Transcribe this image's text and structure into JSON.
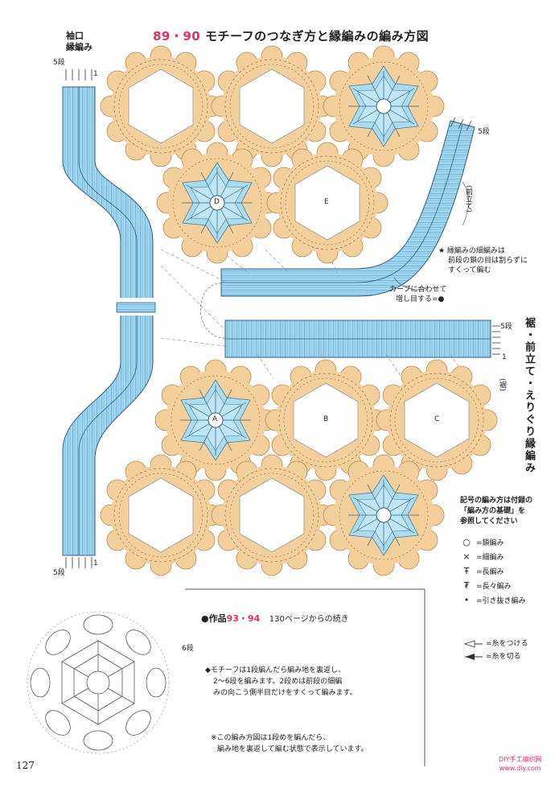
{
  "title": {
    "nums": "89・90",
    "text": "モチーフのつなぎ方と縁編みの編み方図"
  },
  "sleeve_label": {
    "line1": "袖口",
    "line2": "縁編み"
  },
  "row_marks": {
    "top_left": "5段",
    "top_left_1": "1",
    "bottom_left": "5段",
    "bottom_left_1": "1",
    "top_right": "5段",
    "right_mid": "5段",
    "right_mid_1": "1"
  },
  "front_small": "(前立て)",
  "hem_small": "(裾)",
  "vertical_label": "裾・前立て・えりぐり縁編み",
  "note_star": {
    "line1": "★ 縁編みの細編みは",
    "line2": "前段の鎖の目は割らずに",
    "line3": "すくって編む"
  },
  "note_curve": {
    "line1": "カーブに合わせて",
    "line2": "増し目する=●"
  },
  "motif_labels": {
    "a": "A",
    "b": "B",
    "c": "C",
    "d": "D",
    "e": "E"
  },
  "legend": {
    "intro1": "記号の編み方は付録の",
    "intro2": "「編み方の基礎」を",
    "intro3": "参照してください",
    "items": [
      {
        "sym": "○",
        "label": "=鎖編み"
      },
      {
        "sym": "×",
        "label": "=細編み"
      },
      {
        "sym": "Ŧ",
        "label": "=長編み"
      },
      {
        "sym": "₮",
        "label": "=長々編み"
      },
      {
        "sym": "•",
        "label": "=引き抜き編み"
      }
    ],
    "thread_on": "=糸をつける",
    "thread_cut": "=糸を切る"
  },
  "work_title": {
    "bullet": "●作品",
    "nums": "93・94",
    "rest": "130ページからの続き"
  },
  "motif_note": {
    "line1": "◆モチーフは1段編んだら編み地を裏返し、",
    "line2": "2～6段を編みます。2段めは前段の細編",
    "line3": "みの向こう側半目だけをすくって編みます。"
  },
  "small_note": {
    "line1": "※この編み方図は1段めを編んだら、",
    "line2": "編み地を裏返して編む状態で表示しています。"
  },
  "small_motif_row": "6段",
  "page_number": "127",
  "watermark": {
    "line1": "DIY手工编织网",
    "line2": "www.diy.com"
  },
  "colors": {
    "tan": "#f3cf9b",
    "blue": "#a9dcef",
    "band": "#8fcfee"
  }
}
